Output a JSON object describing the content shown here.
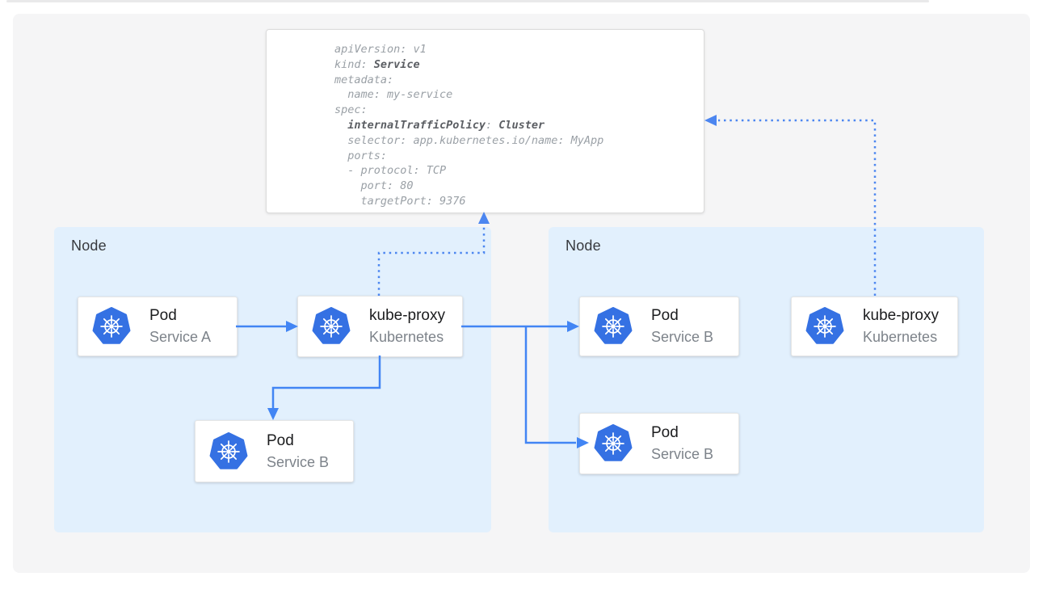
{
  "yaml": {
    "lines": [
      [
        {
          "t": "apiVersion: v1",
          "b": false
        }
      ],
      [
        {
          "t": "kind: ",
          "b": false
        },
        {
          "t": "Service",
          "b": true
        }
      ],
      [
        {
          "t": "metadata:",
          "b": false
        }
      ],
      [
        {
          "t": "  name: my-service",
          "b": false
        }
      ],
      [
        {
          "t": "spec:",
          "b": false
        }
      ],
      [
        {
          "t": "  ",
          "b": false
        },
        {
          "t": "internalTrafficPolicy",
          "b": true
        },
        {
          "t": ": ",
          "b": false
        },
        {
          "t": "Cluster",
          "b": true
        }
      ],
      [
        {
          "t": "  selector: app.kubernetes.io/name: MyApp",
          "b": false
        }
      ],
      [
        {
          "t": "  ports:",
          "b": false
        }
      ],
      [
        {
          "t": "  - protocol: TCP",
          "b": false
        }
      ],
      [
        {
          "t": "    port: 80",
          "b": false
        }
      ],
      [
        {
          "t": "    targetPort: 9376",
          "b": false
        }
      ]
    ]
  },
  "nodes": [
    {
      "label": "Node"
    },
    {
      "label": "Node"
    }
  ],
  "cards": [
    {
      "title": "Pod",
      "subtitle": "Service A",
      "icon": "kubernetes-wheel-icon"
    },
    {
      "title": "kube-proxy",
      "subtitle": "Kubernetes",
      "icon": "kubernetes-wheel-icon"
    },
    {
      "title": "Pod",
      "subtitle": "Service B",
      "icon": "kubernetes-wheel-icon"
    },
    {
      "title": "Pod",
      "subtitle": "Service B",
      "icon": "kubernetes-wheel-icon"
    },
    {
      "title": "Pod",
      "subtitle": "Service B",
      "icon": "kubernetes-wheel-icon"
    },
    {
      "title": "kube-proxy",
      "subtitle": "Kubernetes",
      "icon": "kubernetes-wheel-icon"
    }
  ],
  "colors": {
    "arrow_blue": "#4285f4",
    "dotted_blue": "#4c86f0",
    "node_background": "#e2f0fd",
    "kubernetes_logo_blue": "#3571e3",
    "yaml_text_gray": "#9aa0a6",
    "yaml_bold_gray": "#5b5e63"
  }
}
